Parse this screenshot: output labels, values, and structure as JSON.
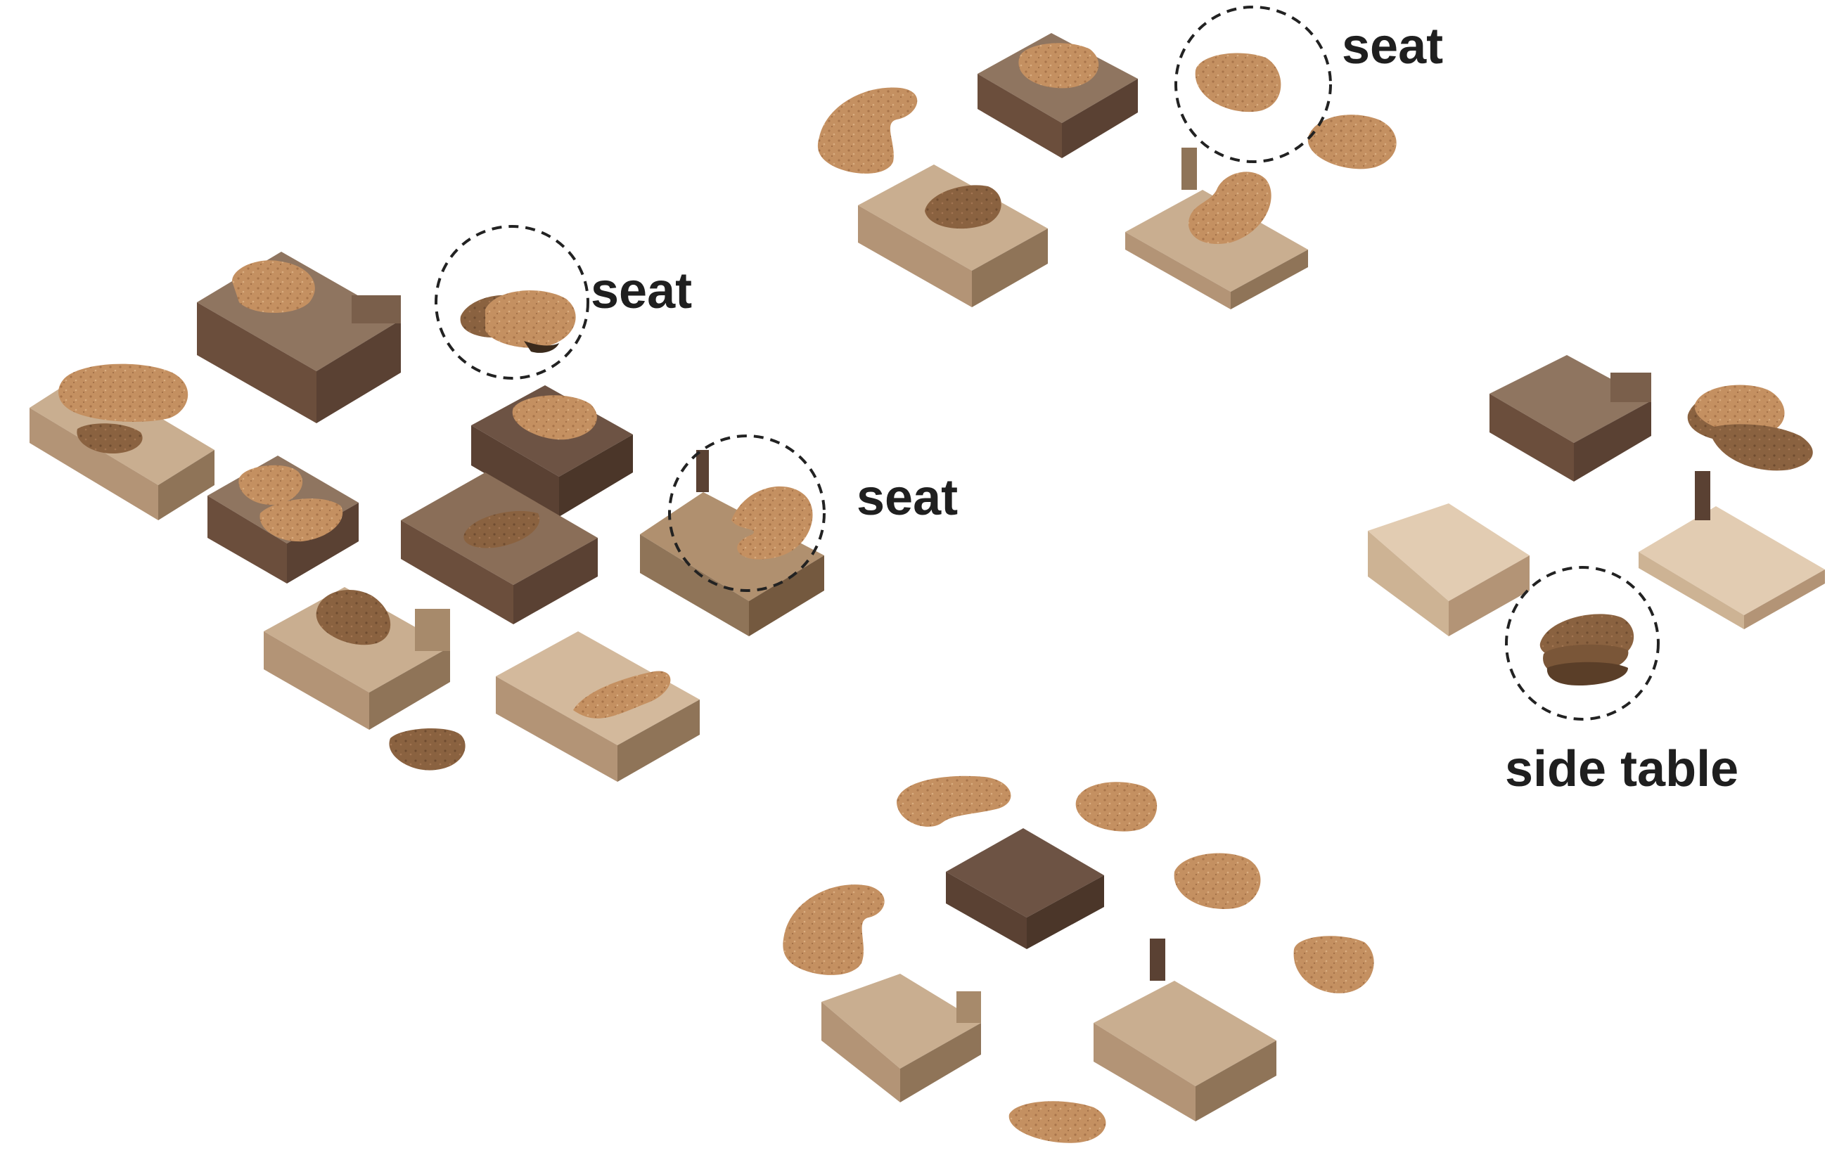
{
  "labels": {
    "seat_top": "seat",
    "seat_left_upper": "seat",
    "seat_left_lower": "seat",
    "side_table": "side table"
  },
  "materials": {
    "cork": "#c49061",
    "cork_dark": "#8a6240",
    "cork_edge": "#3a2a1c",
    "wood_light": "#d8bfa3",
    "wood_mid": "#b39476",
    "wood_dark": "#6b4e3c",
    "wood_darker": "#4b3629",
    "line": "#222222"
  },
  "groups": [
    "left-arrangement",
    "top-arrangement",
    "right-arrangement",
    "bottom-arrangement"
  ]
}
